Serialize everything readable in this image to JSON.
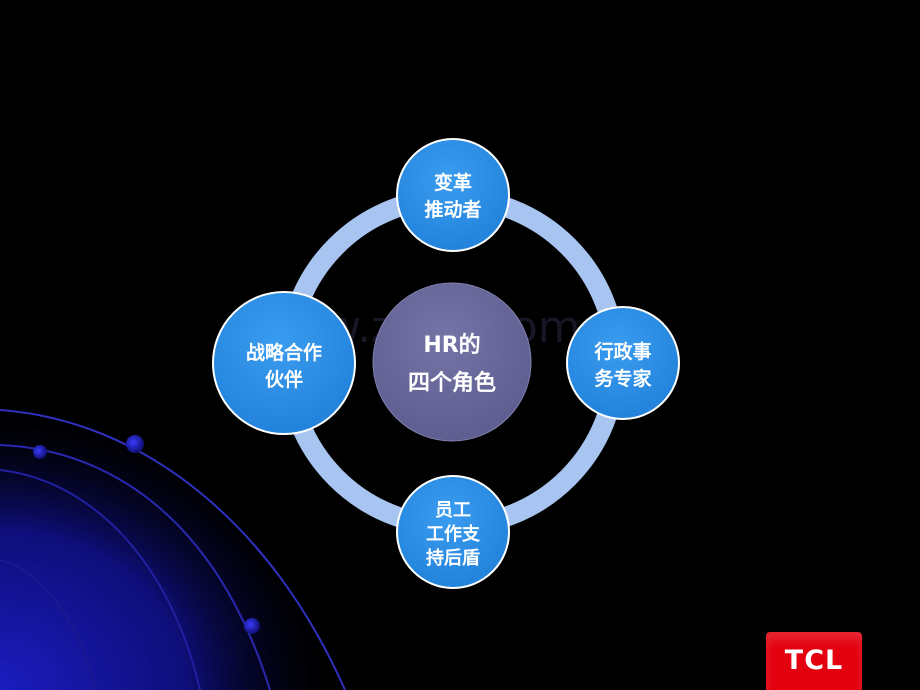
{
  "diagram": {
    "center": {
      "line1": "HR的",
      "line2": "四个角色"
    },
    "nodes": {
      "top": {
        "lines": [
          "变革",
          "推动者"
        ]
      },
      "right": {
        "lines": [
          "行政事",
          "务专家"
        ]
      },
      "bottom": {
        "lines": [
          "员工",
          "工作支",
          "持后盾"
        ]
      },
      "left": {
        "lines": [
          "战略合作",
          "伙伴"
        ]
      }
    }
  },
  "watermark": "www.zixin.com.cn",
  "logo": {
    "text": "TCL"
  },
  "colors": {
    "background": "#000000",
    "ring": "#a8c4f0",
    "node_fill": "#2b8fe8",
    "node_stroke": "#ffffff",
    "center_fill": "#6a6a9a",
    "logo_red": "#e3000f",
    "decor_blue": "#1a1aa0"
  }
}
